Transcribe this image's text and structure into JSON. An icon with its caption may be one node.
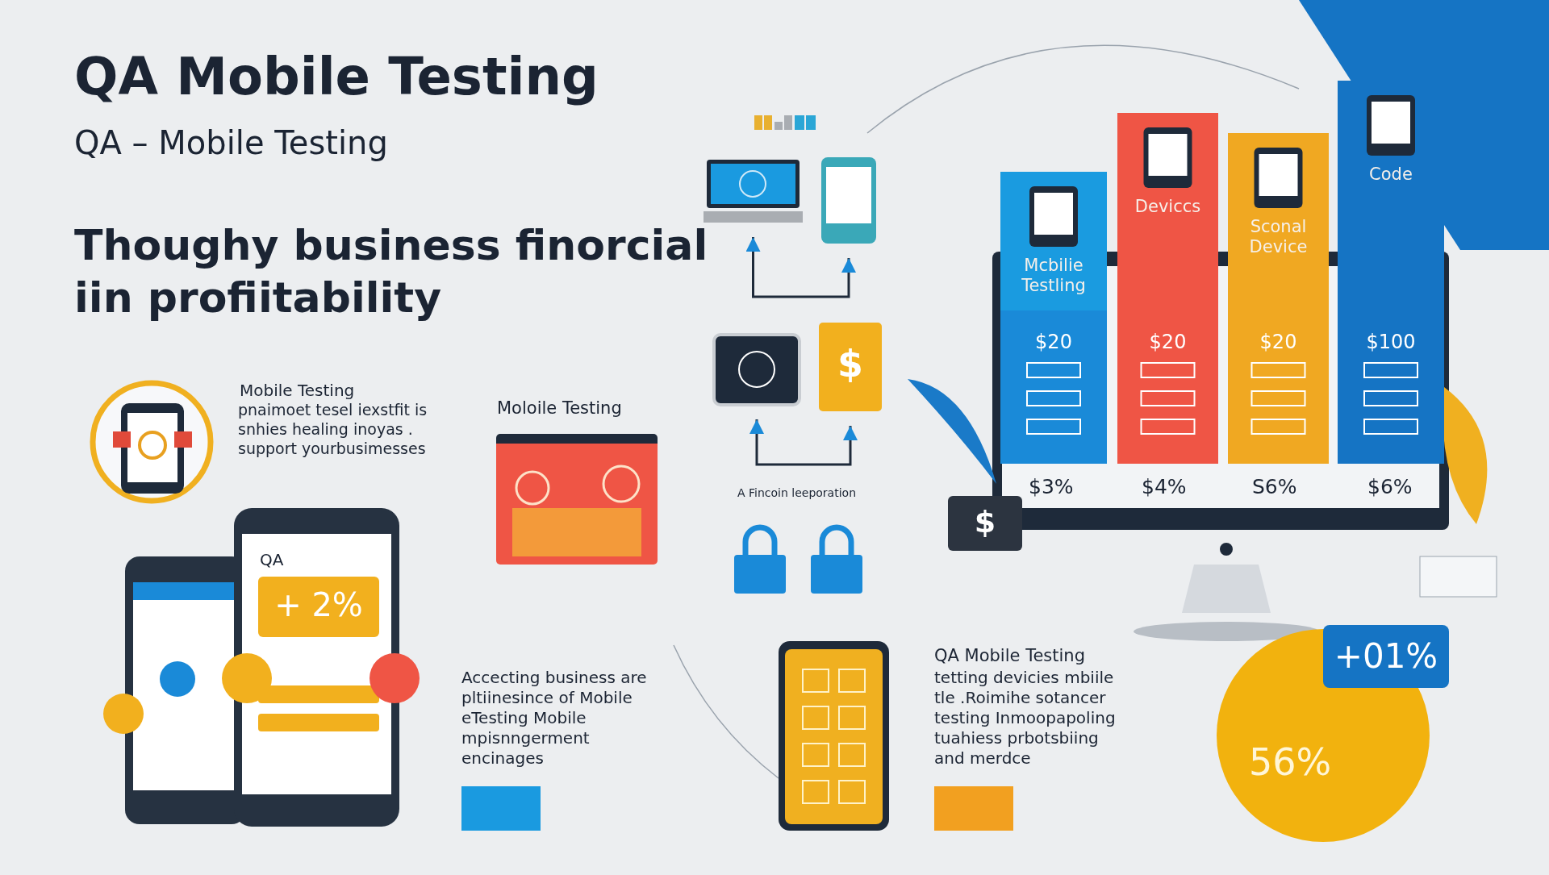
{
  "diagram": {
    "title": "QA Mobile Testing",
    "nodes": [
      {
        "text": [
          "Moloile Testing"
        ]
      },
      {
        "text": [],
        "shape": "picture"
      },
      {
        "text": [],
        "shape": "picture"
      },
      {
        "text": [],
        "shape": "picture"
      },
      {
        "text": [
          "$"
        ]
      },
      {
        "text": [
          "Mcbilie Testling",
          "$20"
        ]
      },
      {
        "text": [
          "Deviccs",
          "$20"
        ]
      },
      {
        "text": [
          "Sconal Device",
          "$20"
        ]
      },
      {
        "text": [
          "Code",
          "$100"
        ]
      },
      {
        "text": [
          "$"
        ]
      },
      {
        "text": [
          "QA",
          "+ 2%"
        ]
      },
      {
        "text": [
          "56%"
        ]
      },
      {
        "text": [
          "+01%"
        ]
      },
      {
        "text": [],
        "shape": "box"
      },
      {
        "text": [],
        "shape": "box"
      }
    ],
    "edges": [
      {
        "from": 1,
        "to": 2,
        "arrow": "both"
      },
      {
        "from": 3,
        "to": 4,
        "arrow": "both"
      }
    ],
    "labels": [
      "QA – Mobile Testing",
      "Thoughy business finorcial iin profiitability",
      "Mobile Testing",
      "pnaimoet tesel iexstfit is snhies healing inoyas . support yourbusimesses",
      "A Fincoin leeporation",
      "$3%",
      "$4%",
      "S6%",
      "$6%",
      "Accecting business are pltiinesince of Mobile eTesting Mobile mpisnngerment encinages",
      "QA Mobile Testing",
      "tetting devicies mbiile tle .Roimihe sotancer testing Inmoopapoling tuahiess prbotsbiing and merdce"
    ]
  }
}
